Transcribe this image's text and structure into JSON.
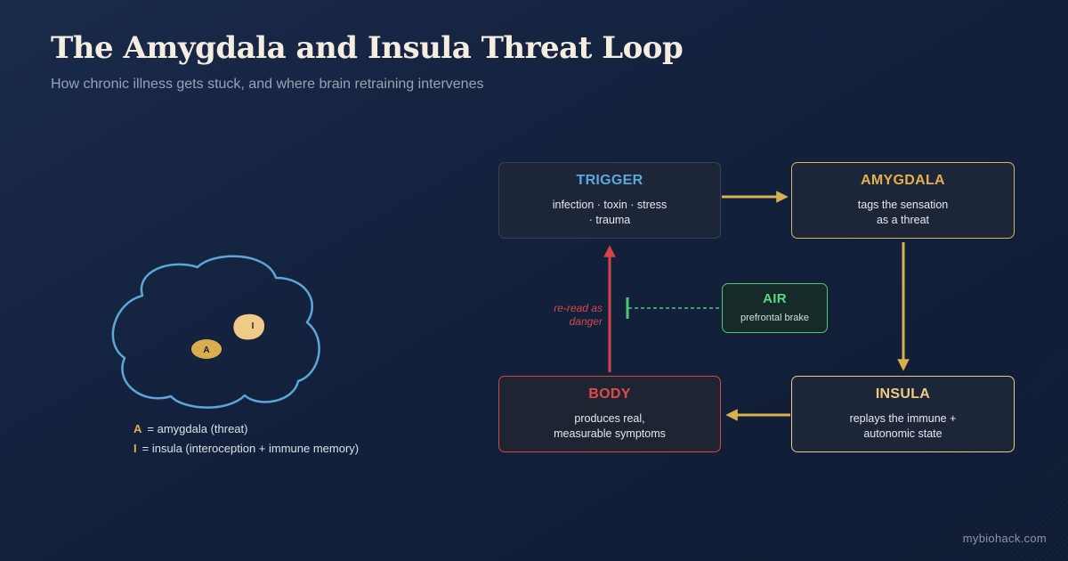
{
  "title": "The Amygdala and Insula Threat Loop",
  "subtitle": "How chronic illness gets stuck, and where brain retraining intervenes",
  "nodes": {
    "trigger": {
      "label": "TRIGGER",
      "text": "infection · toxin · stress\n· trauma"
    },
    "amygdala": {
      "label": "AMYGDALA",
      "text": "tags the sensation\nas a threat"
    },
    "insula": {
      "label": "INSULA",
      "text": "replays the immune +\nautonomic state"
    },
    "body": {
      "label": "BODY",
      "text": "produces real,\nmeasurable symptoms"
    },
    "air": {
      "label": "AIR",
      "text": "prefrontal brake"
    }
  },
  "edge_labels": {
    "reread": "re-read as\ndanger"
  },
  "brain": {
    "amygdala_marker": "A",
    "insula_marker": "I"
  },
  "legend": [
    {
      "key": "A",
      "text": "= amygdala (threat)"
    },
    {
      "key": "I",
      "text": "= insula (interoception + immune memory)"
    }
  ],
  "watermark": "mybiohack.com",
  "colors": {
    "trigger": "#5ba7e0",
    "amygdala": "#e2b04e",
    "insula": "#f0cb80",
    "body": "#e04b48",
    "air": "#5ad884",
    "brain_outline": "#5ba7d8"
  }
}
